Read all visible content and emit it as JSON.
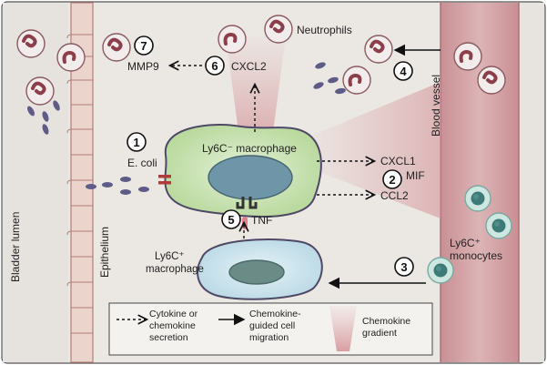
{
  "labels": {
    "neutrophils": "Neutrophils",
    "blood_vessel": "Blood vessel",
    "bladder_lumen": "Bladder lumen",
    "epithelium": "Epithelium",
    "ecoli": "E. coli",
    "mmp9": "MMP9",
    "cxcl2": "CXCL2",
    "ly6c_neg_macrophage": "Ly6C⁻ macrophage",
    "cxcl1": "CXCL1",
    "mif": "MIF",
    "ccl2": "CCL2",
    "tnf": "TNF",
    "ly6c_pos_macrophage_line1": "Ly6C⁺",
    "ly6c_pos_macrophage_line2": "macrophage",
    "ly6c_pos_monocytes_line1": "Ly6C⁺",
    "ly6c_pos_monocytes_line2": "monocytes"
  },
  "steps": [
    "1",
    "2",
    "3",
    "4",
    "5",
    "6",
    "7"
  ],
  "legend": {
    "secretion_line1": "Cytokine or",
    "secretion_line2": "chemokine",
    "secretion_line3": "secretion",
    "migration_line1": "Chemokine-",
    "migration_line2": "guided cell",
    "migration_line3": "migration",
    "gradient_line1": "Chemokine",
    "gradient_line2": "gradient"
  },
  "colors": {
    "background": "#eceae6",
    "vessel": "#d9b1b4",
    "vessel_edge": "#a87277",
    "epithelium_cell": "#e9cfc6",
    "epithelium_edge": "#b37d78",
    "macrophage_green": "#c9e2b4",
    "macrophage_blue": "#c9e1ea",
    "nucleus": "#6f95a8",
    "neutrophil_nucleus": "#8c3f4b",
    "bacteria": "#5e5c86",
    "tlr_red": "#b23a3a",
    "monocyte": "#bfe0da"
  }
}
